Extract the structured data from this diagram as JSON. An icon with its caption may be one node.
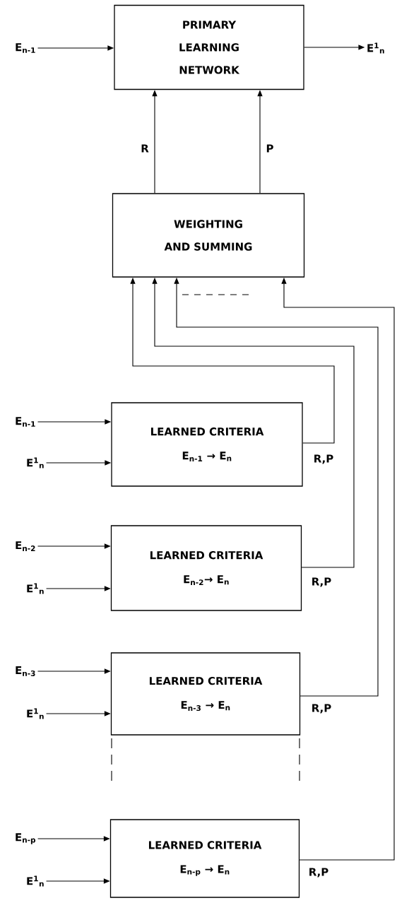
{
  "diagram": {
    "nodes": [
      {
        "text": [
          "PRIMARY LEARNING NETWORK"
        ]
      },
      {
        "text": [
          "E$_{n-1}$"
        ]
      },
      {
        "text": [
          "E$^{1}$$_{n}$"
        ]
      },
      {
        "text": [
          "WEIGHTING AND SUMMING"
        ]
      },
      {
        "text": [
          "LEARNED CRITERIA",
          "E$_{n-1}$ → E$_{n}$"
        ],
        "beside": [
          "R,P"
        ]
      },
      {
        "text": [
          "E$_{n-1}$"
        ]
      },
      {
        "text": [
          "E$^{1}$$_{n}$"
        ]
      },
      {
        "text": [
          "LEARNED CRITERIA",
          "E$_{n-2}$→ E$_{n}$"
        ],
        "beside": [
          "R,P"
        ]
      },
      {
        "text": [
          "E$_{n-2}$"
        ]
      },
      {
        "text": [
          "E$^{1}$$_{n}$"
        ]
      },
      {
        "text": [
          "LEARNED CRITERIA",
          "E$_{n-3}$ → E$_{n}$"
        ],
        "beside": [
          "R,P"
        ]
      },
      {
        "text": [
          "E$_{n-3}$"
        ]
      },
      {
        "text": [
          "E$^{1}$$_{n}$"
        ]
      },
      {
        "text": [
          "LEARNED CRITERIA",
          "E$_{n-p}$ → E$_{n}$"
        ],
        "beside": [
          "R,P"
        ]
      },
      {
        "text": [
          "E$_{n-p}$"
        ]
      },
      {
        "text": [
          "E$^{1}$$_{n}$"
        ]
      }
    ],
    "edges": [
      {
        "from": 1,
        "to": 0,
        "arrow": "to"
      },
      {
        "from": 0,
        "to": 2,
        "arrow": "to"
      },
      {
        "from": 3,
        "to": 0,
        "arrow": "to",
        "label": "R"
      },
      {
        "from": 3,
        "to": 0,
        "arrow": "to",
        "label": "P"
      },
      {
        "from": 4,
        "to": 3,
        "arrow": "to"
      },
      {
        "from": 7,
        "to": 3,
        "arrow": "to"
      },
      {
        "from": 10,
        "to": 3,
        "arrow": "to"
      },
      {
        "from": 13,
        "to": 3,
        "arrow": "to"
      },
      {
        "from": 5,
        "to": 4,
        "arrow": "to"
      },
      {
        "from": 6,
        "to": 4,
        "arrow": "to"
      },
      {
        "from": 8,
        "to": 7,
        "arrow": "to"
      },
      {
        "from": 9,
        "to": 7,
        "arrow": "to"
      },
      {
        "from": 11,
        "to": 10,
        "arrow": "to"
      },
      {
        "from": 12,
        "to": 10,
        "arrow": "to"
      },
      {
        "from": 14,
        "to": 13,
        "arrow": "to"
      },
      {
        "from": 15,
        "to": 13,
        "arrow": "to"
      }
    ]
  }
}
